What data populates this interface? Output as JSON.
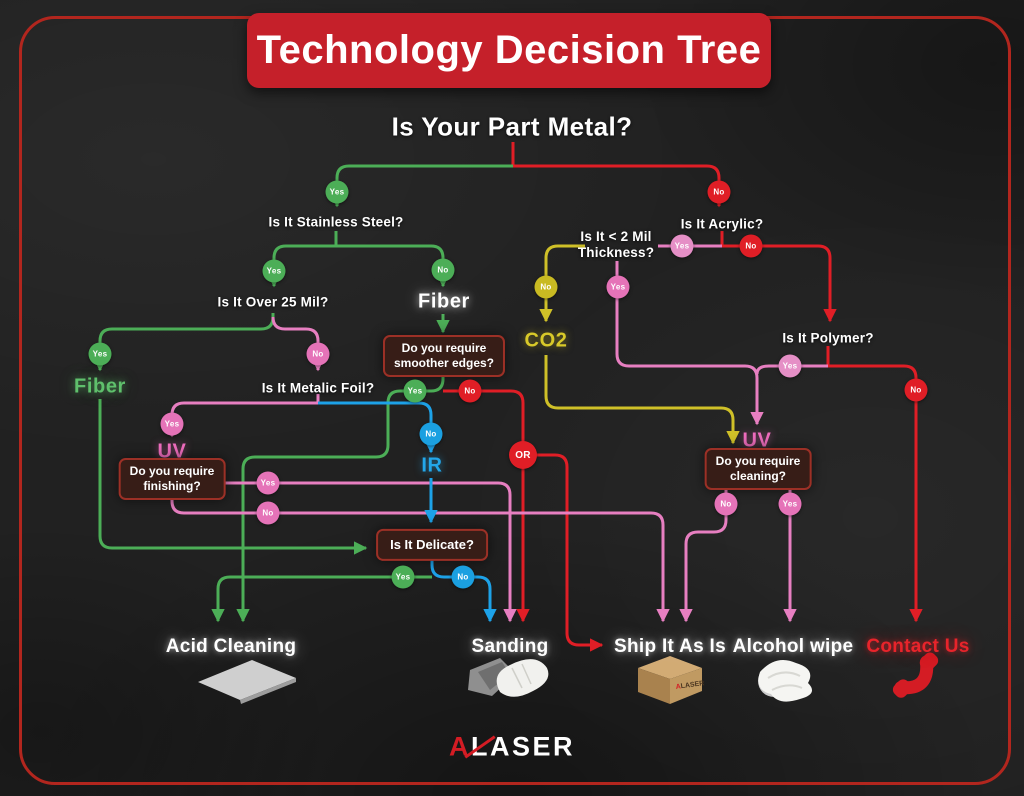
{
  "header": {
    "title": "Technology Decision Tree"
  },
  "root": {
    "question": "Is Your Part Metal?"
  },
  "questions": {
    "stainless": "Is It Stainless Steel?",
    "over25": "Is It Over 25 Mil?",
    "foil": "Is It Metalic Foil?",
    "acrylic": "Is It Acrylic?",
    "two_mil_line1": "Is It < 2 Mil",
    "two_mil_line2": "Thickness?",
    "polymer": "Is It Polymer?"
  },
  "boxes": {
    "require_line": "Do you require",
    "smoother_edges": "smoother edges?",
    "finishing": "finishing?",
    "cleaning": "cleaning?",
    "delicate": "Is It Delicate?"
  },
  "tech": {
    "fiber": "Fiber",
    "uv": "UV",
    "ir": "IR",
    "co2": "CO2"
  },
  "answers": {
    "yes": "Yes",
    "no": "No",
    "or": "OR"
  },
  "outcomes": {
    "acid": "Acid Cleaning",
    "sanding": "Sanding",
    "ship": "Ship It As Is",
    "wipe": "Alcohol wipe",
    "contact": "Contact Us"
  },
  "icons": {
    "acid": "metal-sheet",
    "sanding": "sanding-glove",
    "ship": "cardboard-box",
    "wipe": "alcohol-wipe",
    "contact": "phone-handset"
  },
  "logo": {
    "a": "A",
    "rest": "LASER"
  },
  "ship_box_label": {
    "a": "A",
    "rest": "LASER"
  },
  "colors": {
    "banner": "#c5202a",
    "frame": "#b2261e",
    "green": "#4cae57",
    "red": "#e01e26",
    "pink": "#e77fc1",
    "blue": "#1da2e8",
    "yellow": "#cfc028",
    "background": "#212121"
  }
}
